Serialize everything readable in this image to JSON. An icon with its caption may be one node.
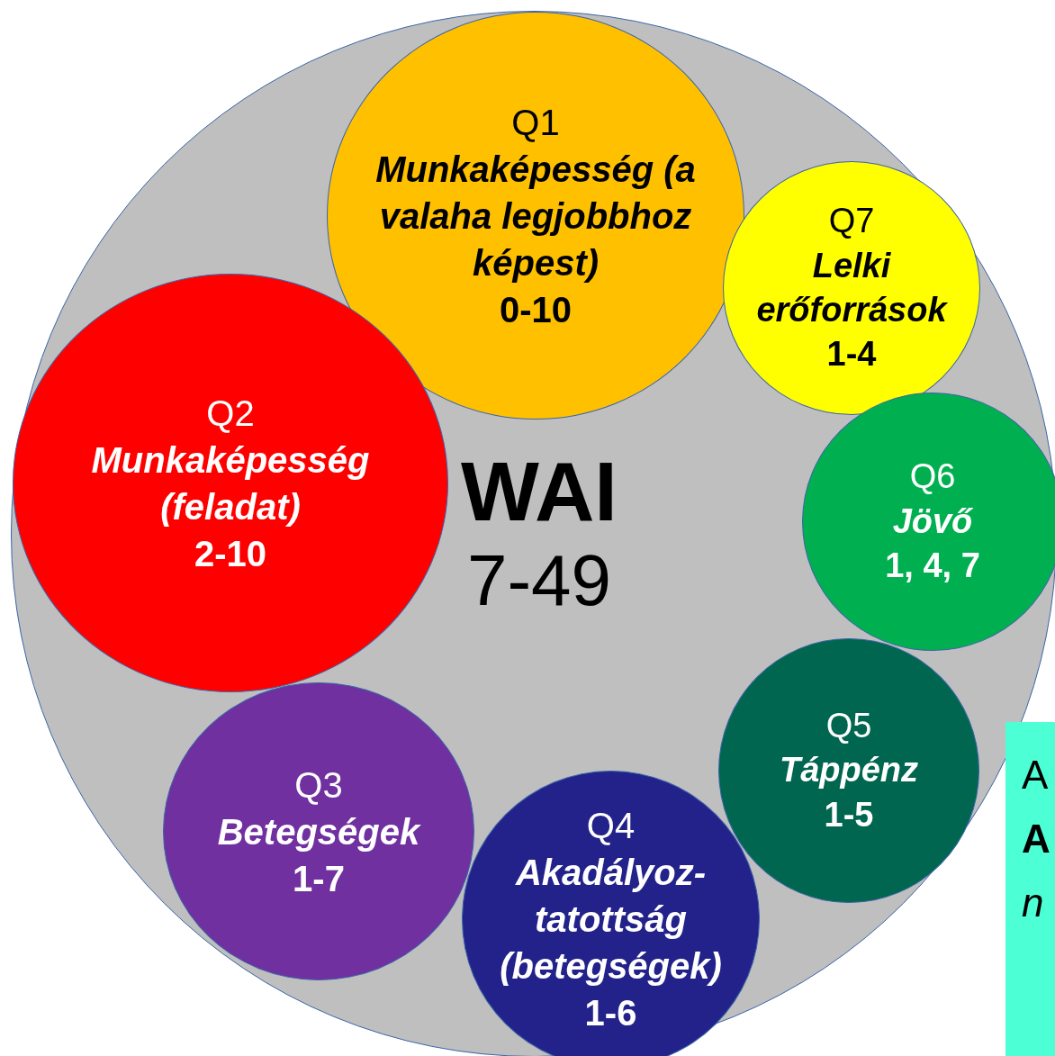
{
  "diagram": {
    "nodes": [
      {
        "text": [
          "WAI",
          "7-49"
        ]
      },
      {
        "text": [
          "Q1",
          "Munkaképesség (a valaha legjobbhoz képest)",
          "0-10"
        ],
        "in": 0
      },
      {
        "text": [
          "Q7",
          "Lelki erőforrások",
          "1-4"
        ],
        "in": 0
      },
      {
        "text": [
          "Q2",
          "Munkaképesség (feladat)",
          "2-10"
        ],
        "in": 0
      },
      {
        "text": [
          "Q6",
          "Jövő",
          "1, 4, 7"
        ],
        "in": 0
      },
      {
        "text": [
          "Q5",
          "Táppénz",
          "1-5"
        ],
        "in": 0
      },
      {
        "text": [
          "Q3",
          "Betegségek",
          "1-7"
        ],
        "in": 0
      },
      {
        "text": [
          "Q4",
          "Akadályoz- tatottság (betegségek)",
          "1-6"
        ],
        "in": 0
      },
      {
        "text": [
          "A",
          "A",
          "n"
        ]
      }
    ],
    "edges": []
  }
}
